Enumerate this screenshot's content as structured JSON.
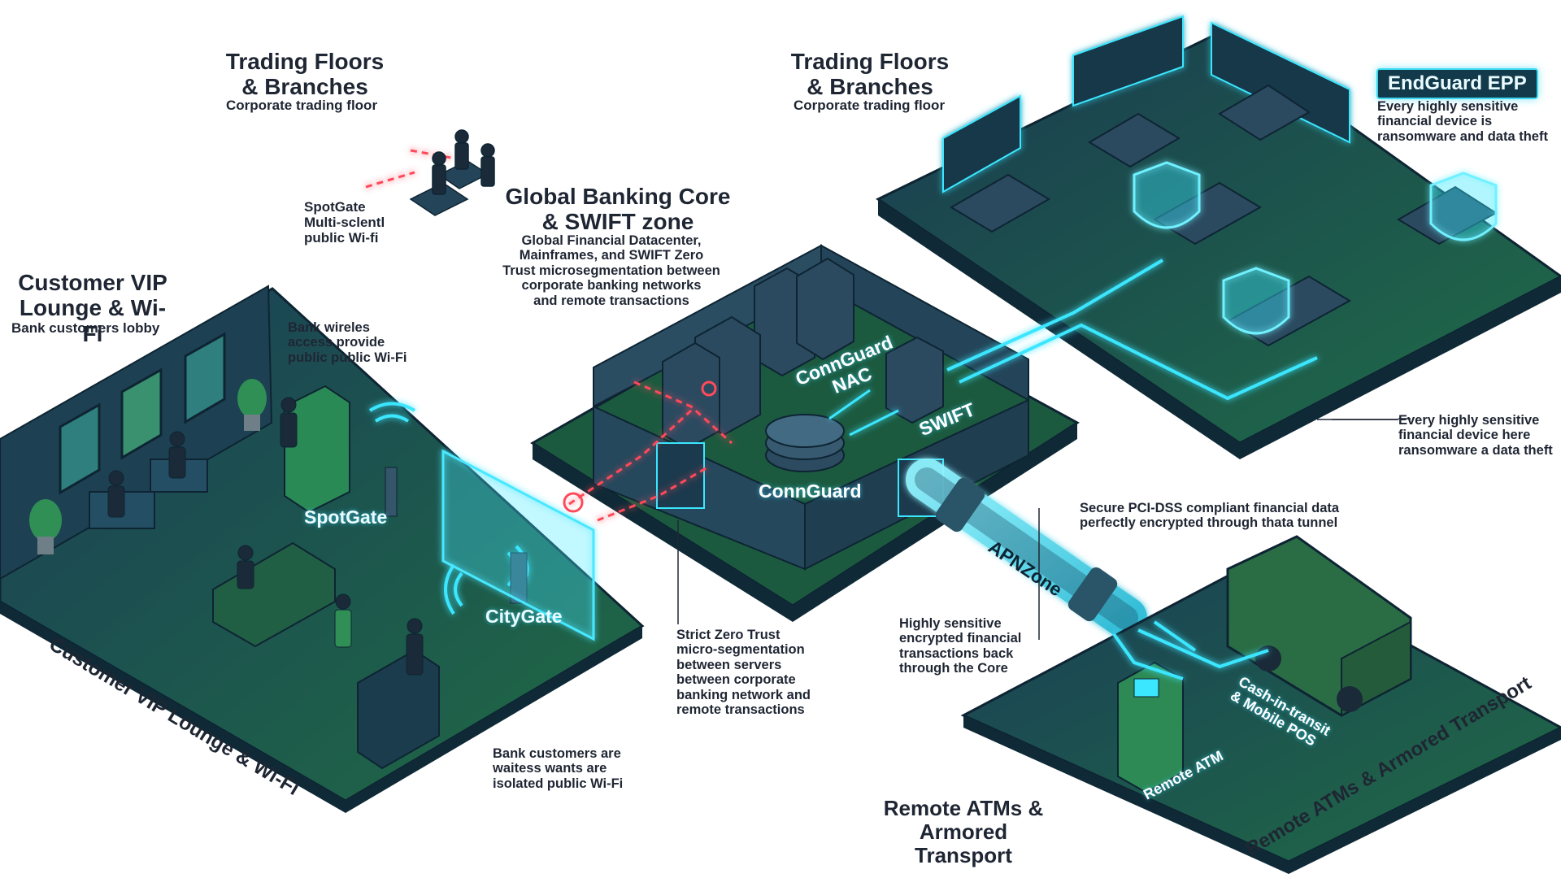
{
  "colors": {
    "floor_dark": "#163a4d",
    "floor_green": "#1f6a45",
    "wall": "#25485c",
    "glow": "#3be6ff",
    "threat": "#ff4a5a"
  },
  "zones": {
    "trading_left": {
      "title": [
        "Trading Floors",
        "& Branches"
      ],
      "subtitle": "Corporate trading floor"
    },
    "trading_right": {
      "title": [
        "Trading Floors",
        "& Branches"
      ],
      "subtitle": "Corporate trading floor"
    },
    "core": {
      "title": [
        "Global Banking Core",
        "& SWIFT zone"
      ],
      "description": [
        "Global Financial Datacenter,",
        "Mainframes, and SWIFT Zero",
        "Trust microsegmentation between",
        "corporate banking networks",
        "and remote transactions"
      ]
    },
    "lounge": {
      "title": [
        "Customer VIP",
        "Lounge & Wi-Fi"
      ],
      "subtitle": "Bank customers lobby",
      "floor_label": "Customer VIP Lounge & Wi-Fi"
    },
    "remote": {
      "title": [
        "Remote ATMs &",
        "Armored Transport"
      ],
      "floor_label": "Remote ATMs & Armored Transport"
    }
  },
  "callouts": {
    "spotgate_multi": [
      "SpotGate",
      "Multi-sclentl",
      "public Wi-fi"
    ],
    "bank_wireless": [
      "Bank wireles",
      "access provide",
      "public public Wi-Fi"
    ],
    "endguard_1": [
      "Every highly sensitive",
      "financial device is",
      "ransomware and data theft"
    ],
    "endguard_2": [
      "Every highly sensitive",
      "financial device here",
      "ransomware a data theft"
    ],
    "pci": [
      "Secure PCI-DSS compliant financial data",
      "perfectly encrypted through thata tunnel"
    ],
    "highly_sensitive": [
      "Highly sensitive",
      "encrypted financial",
      "transactions back",
      "through the Core"
    ],
    "zero_trust": [
      "Strict Zero Trust",
      "micro-segmentation",
      "between servers",
      "between corporate",
      "banking network and",
      "remote transactions"
    ],
    "customers_isolated": [
      "Bank customers are",
      "waitess wants are",
      "isolated public Wi-Fi"
    ]
  },
  "devices": {
    "spotgate": "SpotGate",
    "citygate": "CityGate",
    "connguard_nac": [
      "ConnGuard",
      "NAC"
    ],
    "swift": "SWIFT",
    "connguard": "ConnGuard",
    "apnzone": "APNZone",
    "remote_atm": "Remote ATM",
    "cash_in_transit": [
      "Cash-in-transit",
      "& Mobile POS"
    ],
    "endguard_badge": "EndGuard EPP"
  }
}
